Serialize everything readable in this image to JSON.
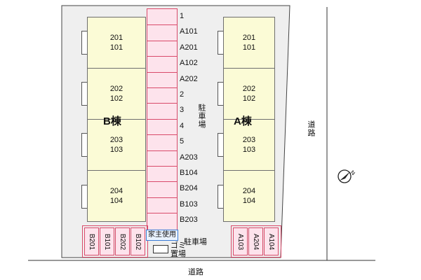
{
  "buildings": {
    "b": {
      "label": "B棟",
      "units": [
        {
          "top": "201",
          "bottom": "101"
        },
        {
          "top": "202",
          "bottom": "102"
        },
        {
          "top": "203",
          "bottom": "103"
        },
        {
          "top": "204",
          "bottom": "104"
        }
      ]
    },
    "a": {
      "label": "A棟",
      "units": [
        {
          "top": "201",
          "bottom": "101"
        },
        {
          "top": "202",
          "bottom": "102"
        },
        {
          "top": "203",
          "bottom": "103"
        },
        {
          "top": "204",
          "bottom": "104"
        }
      ]
    }
  },
  "parking": {
    "lane_slots": [
      "1",
      "A101",
      "A201",
      "A102",
      "A202",
      "2",
      "3",
      "4",
      "5",
      "A203",
      "B104",
      "B204",
      "B103",
      "B203"
    ],
    "lane_label": "駐車場",
    "bottom_left_slots": [
      "B201",
      "B101",
      "B202",
      "B102"
    ],
    "bottom_right_slots": [
      "A103",
      "A204",
      "A104"
    ],
    "bottom_label": "駐車場",
    "owner_use": "家主使用"
  },
  "trash": {
    "label_top": "ゴミ",
    "label_bottom": "置場"
  },
  "roads": {
    "right": "道路",
    "bottom": "道路"
  },
  "compass": {
    "icon": "north-arrow-icon"
  },
  "colors": {
    "unit_fill": "#fbfbd6",
    "parking_fill": "#fde3ec",
    "parking_stroke": "#d94a6a"
  }
}
